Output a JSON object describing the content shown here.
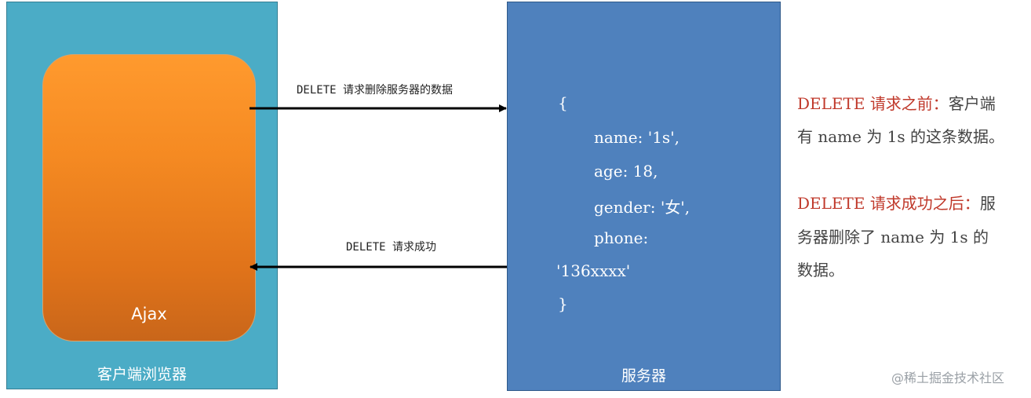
{
  "client": {
    "label": "客户端浏览器",
    "inner_label": "Ajax"
  },
  "server": {
    "label": "服务器",
    "code_lines": [
      "{",
      "name: '1s',",
      "age: 18,",
      "gender: '女',",
      "phone:",
      "'136xxxx'",
      "}"
    ]
  },
  "arrows": {
    "request_label": "DELETE 请求删除服务器的数据",
    "response_label": "DELETE 请求成功"
  },
  "notes": {
    "before": {
      "highlight": "DELETE 请求之前：",
      "line1_rest": "客户端",
      "line2": "有 name 为 1s 的这条数据。"
    },
    "after": {
      "highlight": "DELETE 请求成功之后：",
      "line1_rest": "服",
      "line2": "务器删除了 name 为 1s 的",
      "line3": "数据。"
    }
  },
  "watermark": "@稀土掘金技术社区",
  "colors": {
    "client": "#4bacc6",
    "server": "#4f81bd",
    "ajax": "#f58a22",
    "highlight": "#c0392b"
  }
}
